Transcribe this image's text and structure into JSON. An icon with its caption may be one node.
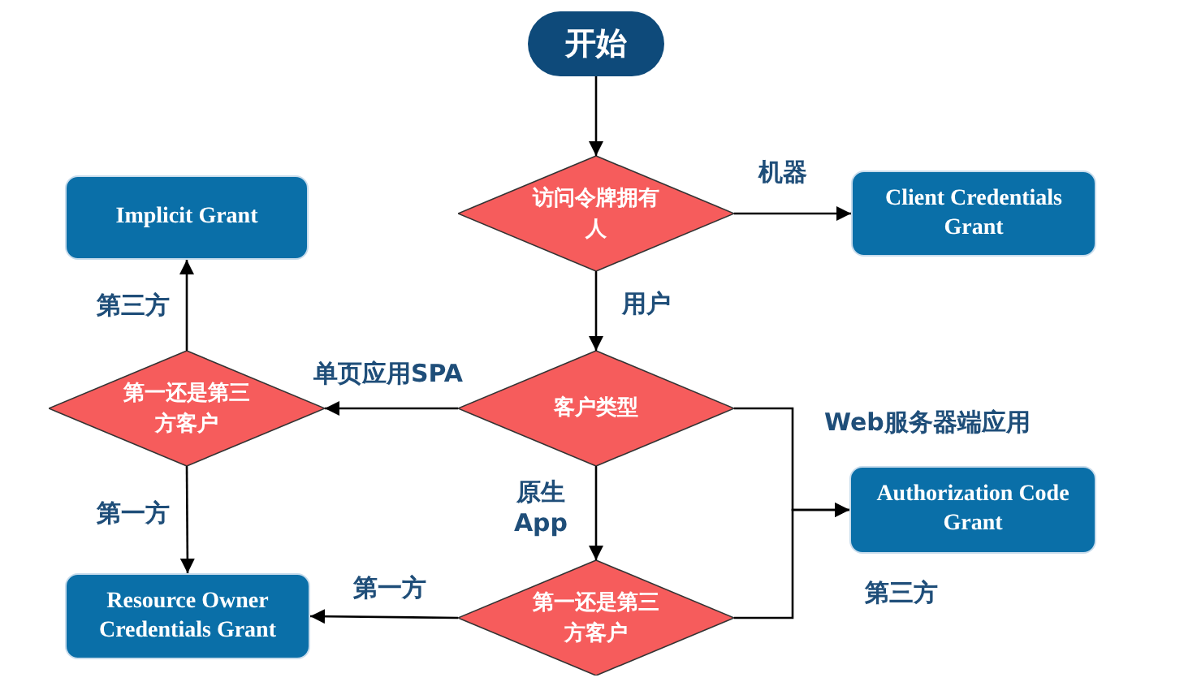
{
  "diagram": {
    "nodes": [
      {
        "text": [
          "开始"
        ]
      },
      {
        "text": [
          "访问令牌拥有人"
        ]
      },
      {
        "text": [
          "Client Credentials Grant"
        ]
      },
      {
        "text": [
          "Implicit Grant"
        ]
      },
      {
        "text": [
          "第一还是第三方客户"
        ]
      },
      {
        "text": [
          "客户类型"
        ]
      },
      {
        "text": [
          "Authorization Code Grant"
        ]
      },
      {
        "text": [
          "Resource Owner Credentials Grant"
        ]
      },
      {
        "text": [
          "第一还是第三方客户"
        ]
      }
    ],
    "edges": [
      {
        "from": 0,
        "to": 1,
        "arrow": "to"
      },
      {
        "from": 1,
        "to": 2,
        "arrow": "to",
        "label": "机器"
      },
      {
        "from": 1,
        "to": 5,
        "arrow": "to",
        "label": "用户"
      },
      {
        "from": 5,
        "to": 4,
        "arrow": "to",
        "label": "单页应用SPA"
      },
      {
        "from": 4,
        "to": 3,
        "arrow": "to",
        "label": "第三方"
      },
      {
        "from": 4,
        "to": 7,
        "arrow": "to",
        "label": "第一方"
      },
      {
        "from": 5,
        "to": 8,
        "arrow": "to",
        "label": "原生 App"
      },
      {
        "from": 8,
        "to": 7,
        "arrow": "to",
        "label": "第一方"
      },
      {
        "from": 5,
        "to": 6,
        "arrow": "to",
        "label": "Web服务器端应用"
      },
      {
        "from": 8,
        "to": 6,
        "arrow": "to",
        "label": "第三方"
      }
    ]
  }
}
